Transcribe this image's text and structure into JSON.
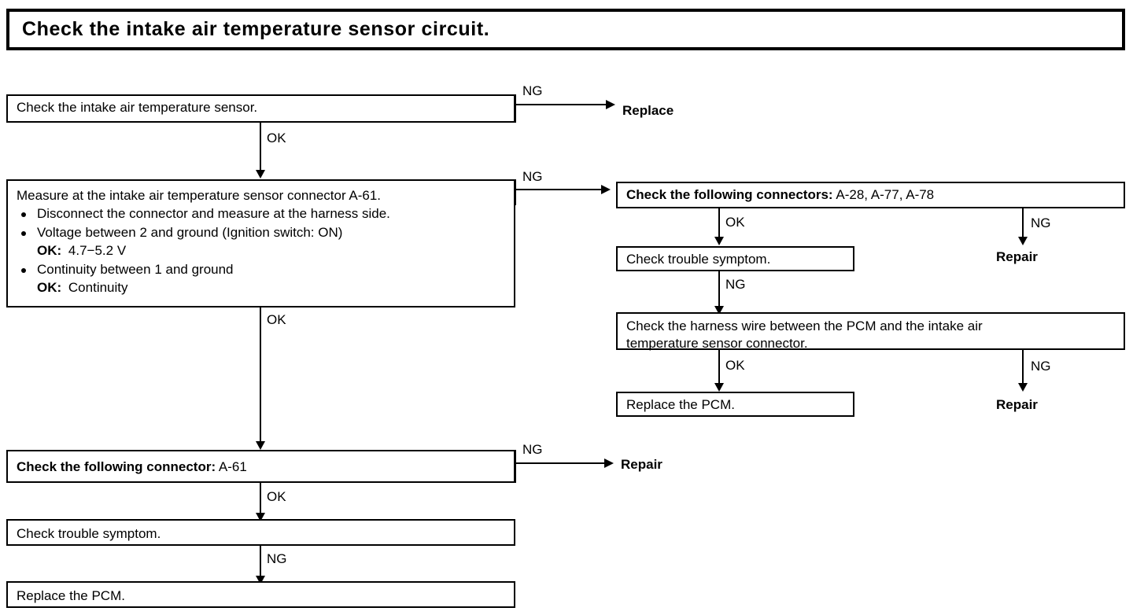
{
  "title": {
    "text": "Check the intake air temperature sensor circuit."
  },
  "labels": {
    "ok": "OK",
    "ng": "NG"
  },
  "nodes": {
    "check_sensor": "Check the intake air temperature sensor.",
    "replace_terminal": "Replace",
    "measure_heading": "Measure at the intake air temperature sensor connector A-61.",
    "measure_b1": "Disconnect the connector and measure at the harness side.",
    "measure_b2": "Voltage between 2 and ground (Ignition switch: ON)",
    "measure_b2_ok_label": "OK:",
    "measure_b2_ok_value": "4.7−5.2 V",
    "measure_b3": "Continuity between 1 and ground",
    "measure_b3_ok_label": "OK:",
    "measure_b3_ok_value": "Continuity",
    "check_connectors_label": "Check the following connectors:",
    "check_connectors_value": "A-28, A-77, A-78",
    "repair_terminal_1": "Repair",
    "check_trouble_symptom_right": "Check trouble symptom.",
    "check_harness_line1": "Check the harness wire between the PCM and the intake air",
    "check_harness_line2": "temperature sensor connector.",
    "replace_pcm_right": "Replace the PCM.",
    "repair_terminal_2": "Repair",
    "check_connector_label": "Check the following connector:",
    "check_connector_value": "A-61",
    "repair_terminal_3": "Repair",
    "check_trouble_symptom_bottom": "Check trouble symptom.",
    "replace_pcm_bottom": "Replace the PCM."
  },
  "edges": {
    "sensor_ng": "NG",
    "sensor_ok": "OK",
    "measure_ng": "NG",
    "measure_ok": "OK",
    "connectors_ok": "OK",
    "connectors_ng": "NG",
    "symptom_right_ng": "NG",
    "harness_ok": "OK",
    "harness_ng": "NG",
    "connector_ng": "NG",
    "connector_ok": "OK",
    "symptom_bottom_ng": "NG"
  },
  "colors": {
    "ink": "#000000",
    "paper": "#ffffff"
  }
}
